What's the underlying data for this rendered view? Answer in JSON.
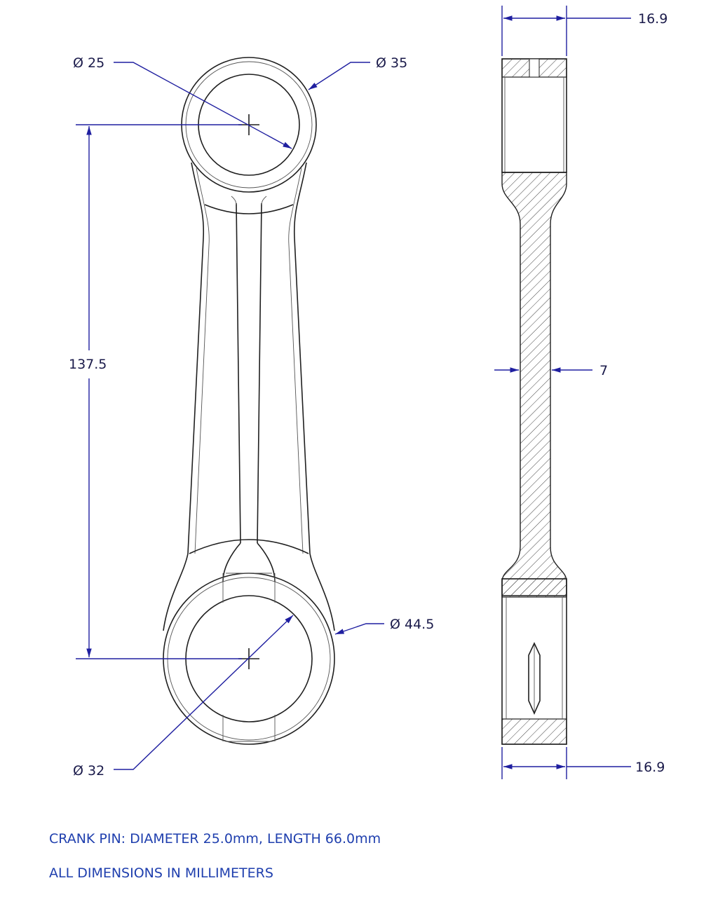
{
  "dimensions": {
    "small_end_bore": "Ø 25",
    "small_end_outer": "Ø 35",
    "center_distance": "137.5",
    "big_end_outer": "Ø 44.5",
    "big_end_bore": "Ø 32",
    "top_width": "16.9",
    "beam_thickness": "7",
    "bottom_width": "16.9"
  },
  "notes": {
    "crank_pin": "CRANK PIN:  DIAMETER 25.0mm, LENGTH 66.0mm",
    "units": "ALL DIMENSIONS IN MILLIMETERS"
  },
  "colors": {
    "dimension_line": "#1f1fa0",
    "note_text": "#1f3fae",
    "part_line": "#1f1f1f"
  }
}
